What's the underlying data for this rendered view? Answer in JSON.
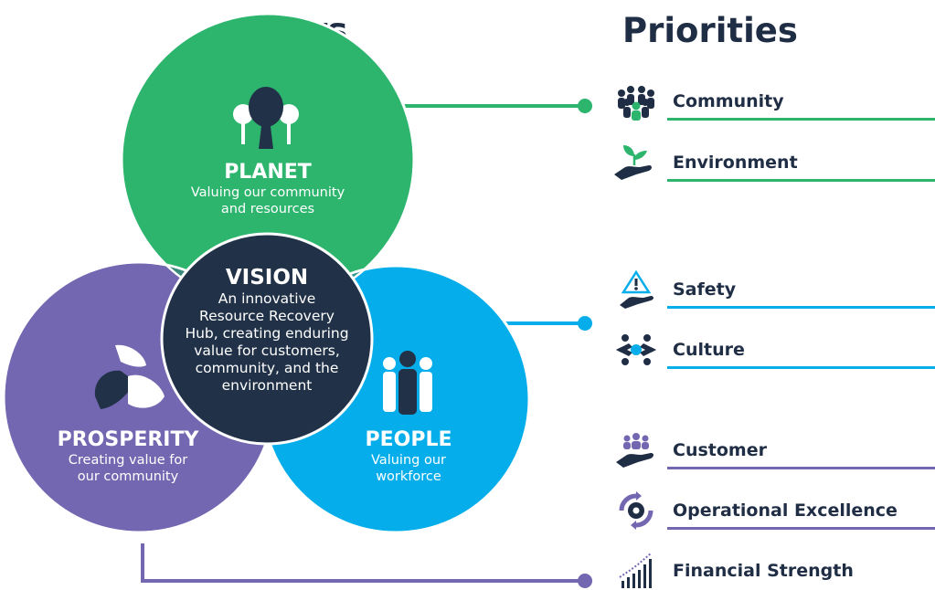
{
  "headings": {
    "pillars": "Pillars",
    "priorities": "Priorities"
  },
  "colors": {
    "planet": "#2db56e",
    "people": "#05aeea",
    "prosperity": "#7367b1",
    "vision": "#213248",
    "navy": "#1f2d45"
  },
  "pillars": {
    "planet": {
      "title": "PLANET",
      "subtitle_line1": "Valuing our community",
      "subtitle_line2": "and resources",
      "icon": "trees-icon"
    },
    "prosperity": {
      "title": "PROSPERITY",
      "subtitle_line1": "Creating value for",
      "subtitle_line2": "our community",
      "icon": "hands-icon"
    },
    "people": {
      "title": "PEOPLE",
      "subtitle_line1": "Valuing our",
      "subtitle_line2": "workforce",
      "icon": "people-icon"
    },
    "vision": {
      "title": "VISION",
      "lines": [
        "An innovative",
        "Resource Recovery",
        "Hub, creating enduring",
        "value for customers,",
        "community, and the",
        "environment"
      ]
    }
  },
  "priorities": [
    {
      "label": "Community",
      "icon": "community-icon",
      "color": "#2db56e"
    },
    {
      "label": "Environment",
      "icon": "plant-hand-icon",
      "color": "#2db56e"
    },
    {
      "label": "Safety",
      "icon": "warning-hand-icon",
      "color": "#05aeea"
    },
    {
      "label": "Culture",
      "icon": "culture-icon",
      "color": "#05aeea"
    },
    {
      "label": "Customer",
      "icon": "customer-hand-icon",
      "color": "#7367b1"
    },
    {
      "label": "Operational Excellence",
      "icon": "gear-cycle-icon",
      "color": "#7367b1"
    },
    {
      "label": "Financial Strength",
      "icon": "growth-chart-icon",
      "color": "#7367b1"
    }
  ]
}
